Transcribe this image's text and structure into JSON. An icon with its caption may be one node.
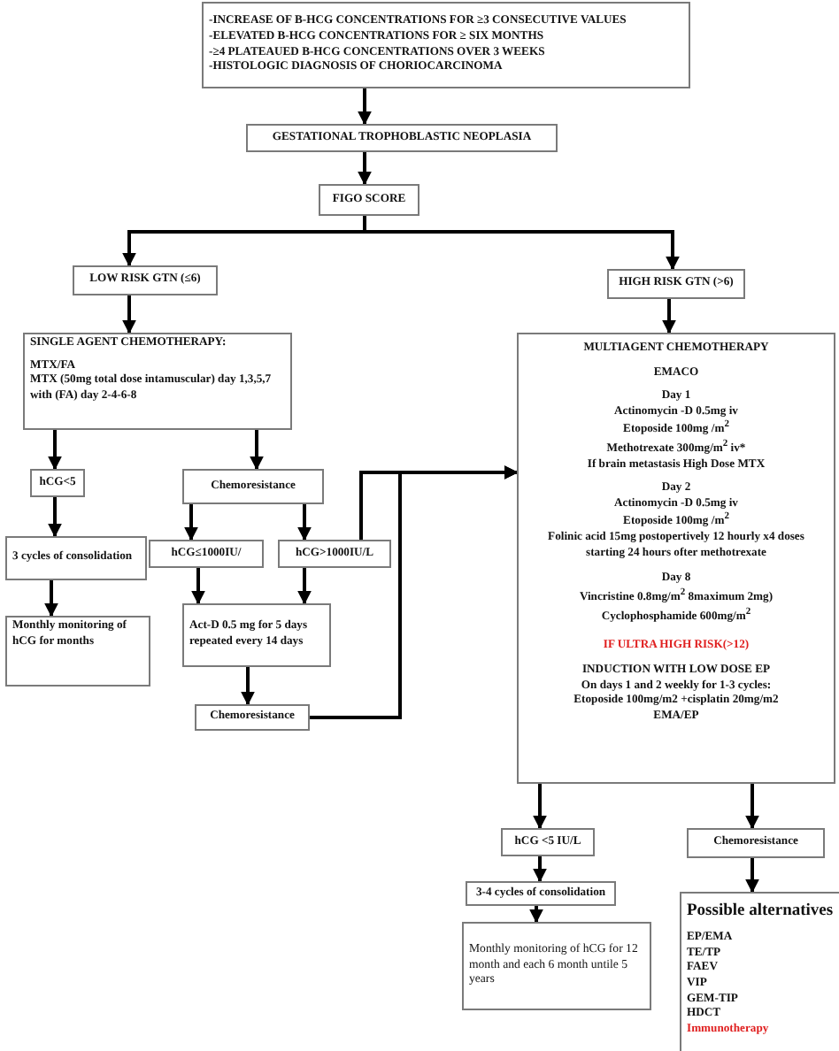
{
  "diagram": {
    "nodes": [
      {
        "text": [
          "-INCREASE OF B-HCG CONCENTRATIONS FOR ≥3 CONSECUTIVE VALUES",
          "-ELEVATED B-HCG CONCENTRATIONS FOR ≥ SIX MONTHS",
          "-≥4  PLATEAUED B-HCG CONCENTRATIONS OVER 3 WEEKS",
          "-HISTOLOGIC DIAGNOSIS OF CHORIOCARCINOMA"
        ]
      },
      {
        "text": [
          "GESTATIONAL TROPHOBLASTIC NEOPLASIA"
        ]
      },
      {
        "text": [
          "FIGO SCORE"
        ]
      },
      {
        "text": [
          "LOW RISK GTN (≤6)"
        ]
      },
      {
        "text": [
          "HIGH RISK GTN (>6)"
        ]
      },
      {
        "text": [
          "SINGLE AGENT CHEMOTHERAPY:",
          "MTX/FA",
          "MTX (50mg total dose intamuscular) day 1,3,5,7 with (FA) day 2-4-6-8"
        ]
      },
      {
        "text": [
          "hCG<5"
        ]
      },
      {
        "text": [
          "Chemoresistance"
        ]
      },
      {
        "text": [
          "hCG≤1000IU/"
        ]
      },
      {
        "text": [
          "hCG>1000IU/L"
        ]
      },
      {
        "text": [
          "3 cycles of consolidation"
        ]
      },
      {
        "text": [
          "Act-D 0.5 mg for 5 days repeated every 14 days"
        ]
      },
      {
        "text": [
          "Monthly monitoring of hCG for months"
        ]
      },
      {
        "text": [
          "Chemoresistance"
        ]
      },
      {
        "text": [
          "MULTIAGENT CHEMOTHERAPY",
          "EMACO",
          "Day 1",
          "Actinomycin -D 0.5mg iv",
          "Etoposide 100mg /m$^{2}$",
          "Methotrexate 300mg/m$^{2}$ iv*",
          "If brain metastasis High Dose MTX",
          "Day 2",
          "Actinomycin -D 0.5mg iv",
          "Etoposide 100mg /m$^{2}$",
          "Folinic acid 15mg postopertively 12 hourly x4 doses starting 24 hours ofter methotrexate",
          "Day 8",
          "Vincristine 0.8mg/m$^{2}$ 8maximum 2mg)",
          "Cyclophosphamide 600mg/m$^{2}$",
          "IF ULTRA HIGH RISK(>12)",
          "INDUCTION WITH LOW DOSE EP",
          "On days 1 and 2 weekly for 1-3 cycles:",
          "Etoposide 100mg/m2 +cisplatin 20mg/m2",
          "EMA/EP"
        ]
      },
      {
        "text": [
          "hCG <5 IU/L"
        ]
      },
      {
        "text": [
          "Chemoresistance"
        ]
      },
      {
        "text": [
          "3-4 cycles of consolidation"
        ]
      },
      {
        "text": [
          "Monthly monitoring of hCG for 12 month and each 6 month untile 5 years"
        ]
      },
      {
        "text": [
          "Possible alternatives",
          "EP/EMA",
          "TE/TP",
          "FAEV",
          "VIP",
          "GEM-TIP",
          "HDCT",
          "Immunotherapy"
        ]
      }
    ],
    "edges": [
      {
        "from": 0,
        "to": 1,
        "arrow": "to"
      },
      {
        "from": 1,
        "to": 2,
        "arrow": "to"
      },
      {
        "from": 2,
        "to": 3,
        "arrow": "to"
      },
      {
        "from": 2,
        "to": 4,
        "arrow": "to"
      },
      {
        "from": 3,
        "to": 5,
        "arrow": "to"
      },
      {
        "from": 4,
        "to": 14,
        "arrow": "to"
      },
      {
        "from": 5,
        "to": 6,
        "arrow": "to"
      },
      {
        "from": 5,
        "to": 7,
        "arrow": "to"
      },
      {
        "from": 6,
        "to": 10,
        "arrow": "to"
      },
      {
        "from": 10,
        "to": 12,
        "arrow": "to"
      },
      {
        "from": 7,
        "to": 8,
        "arrow": "to"
      },
      {
        "from": 7,
        "to": 9,
        "arrow": "to"
      },
      {
        "from": 8,
        "to": 11,
        "arrow": "to"
      },
      {
        "from": 9,
        "to": 11,
        "arrow": "to"
      },
      {
        "from": 11,
        "to": 13,
        "arrow": "to"
      },
      {
        "from": 13,
        "to": 14,
        "arrow": "to"
      },
      {
        "from": 9,
        "to": 14,
        "arrow": "to"
      },
      {
        "from": 14,
        "to": 15,
        "arrow": "to"
      },
      {
        "from": 14,
        "to": 16,
        "arrow": "to"
      },
      {
        "from": 15,
        "to": 17,
        "arrow": "to"
      },
      {
        "from": 17,
        "to": 18,
        "arrow": "to"
      },
      {
        "from": 16,
        "to": 19,
        "arrow": "to"
      }
    ]
  }
}
